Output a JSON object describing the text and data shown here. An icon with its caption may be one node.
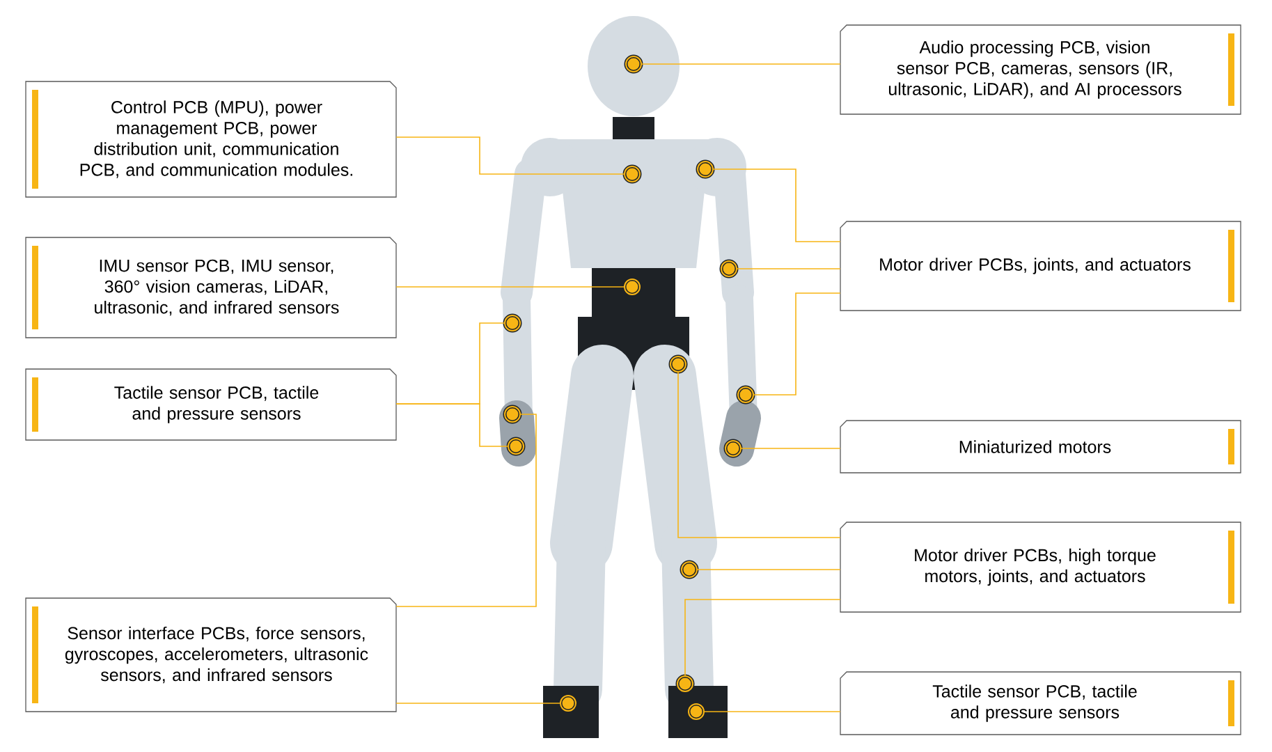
{
  "diagram": {
    "nodes": [
      {
        "text": [
          "Audio processing PCB, vision sensor PCB, cameras, sensors (IR, ultrasonic, LiDAR), and AI processors"
        ]
      },
      {
        "text": [
          "Control PCB (MPU), power management PCB, power distribution unit, communication PCB, and communication modules."
        ]
      },
      {
        "text": [
          "Motor driver PCBs, joints, and actuators"
        ]
      },
      {
        "text": [
          "IMU sensor PCB, IMU sensor, 360° vision cameras, LiDAR, ultrasonic, and infrared sensors"
        ]
      },
      {
        "text": [
          "Tactile sensor PCB, tactile and pressure sensors"
        ]
      },
      {
        "text": [
          "Miniaturized motors"
        ]
      },
      {
        "text": [
          "Motor driver PCBs, high torque motors, joints, and actuators"
        ]
      },
      {
        "text": [
          "Sensor interface PCBs, force sensors, gyroscopes, accelerometers, ultrasonic sensors, and infrared sensors"
        ]
      },
      {
        "text": [
          "Tactile sensor PCB, tactile and pressure sensors"
        ]
      },
      {
        "text": [],
        "shape": "circle"
      },
      {
        "text": [],
        "shape": "circle"
      },
      {
        "text": [],
        "shape": "circle"
      },
      {
        "text": [],
        "shape": "circle"
      },
      {
        "text": [],
        "shape": "circle"
      },
      {
        "text": [],
        "shape": "circle"
      },
      {
        "text": [],
        "shape": "circle"
      },
      {
        "text": [],
        "shape": "circle"
      },
      {
        "text": [],
        "shape": "circle"
      },
      {
        "text": [],
        "shape": "circle"
      },
      {
        "text": [],
        "shape": "circle"
      },
      {
        "text": [],
        "shape": "circle"
      },
      {
        "text": [],
        "shape": "circle"
      },
      {
        "text": [],
        "shape": "circle"
      },
      {
        "text": [],
        "shape": "circle"
      }
    ],
    "edges": [
      {
        "from": 0,
        "to": 9,
        "arrow": "none"
      },
      {
        "from": 1,
        "to": 11,
        "arrow": "none"
      },
      {
        "from": 2,
        "to": 10,
        "arrow": "none"
      },
      {
        "from": 2,
        "to": 12,
        "arrow": "none"
      },
      {
        "from": 2,
        "to": 16,
        "arrow": "none"
      },
      {
        "from": 3,
        "to": 13,
        "arrow": "none"
      },
      {
        "from": 4,
        "to": 14,
        "arrow": "none"
      },
      {
        "from": 4,
        "to": 18,
        "arrow": "none"
      },
      {
        "from": 5,
        "to": 19,
        "arrow": "none"
      },
      {
        "from": 6,
        "to": 15,
        "arrow": "none"
      },
      {
        "from": 6,
        "to": 20,
        "arrow": "none"
      },
      {
        "from": 6,
        "to": 21,
        "arrow": "none"
      },
      {
        "from": 7,
        "to": 17,
        "arrow": "none"
      },
      {
        "from": 7,
        "to": 22,
        "arrow": "none"
      },
      {
        "from": 8,
        "to": 23,
        "arrow": "none"
      }
    ]
  }
}
